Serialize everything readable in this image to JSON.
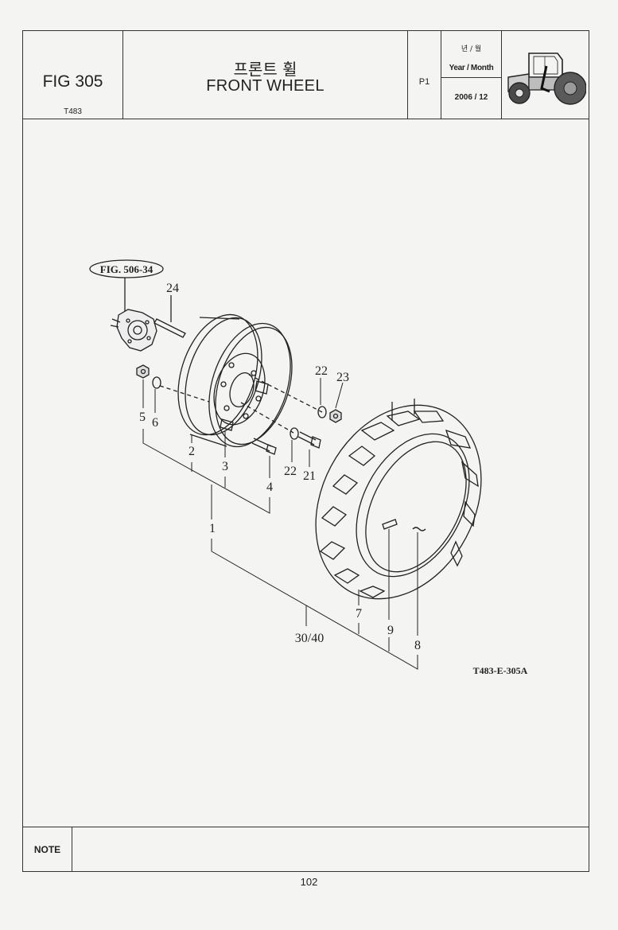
{
  "header": {
    "figure_number": "FIG 305",
    "model": "T483",
    "title_korean": "프론트 휠",
    "title_english": "FRONT WHEEL",
    "page_ref": "P1",
    "date_label_korean": "년 / 월",
    "date_label_english": "Year / Month",
    "date_value": "2006 / 12",
    "thumbnail_icon": "tractor-icon"
  },
  "diagram": {
    "reference_callout": "FIG. 506-34",
    "drawing_code": "T483-E-305A",
    "part_labels": {
      "p1": "1",
      "p2": "2",
      "p3": "3",
      "p4": "4",
      "p5": "5",
      "p6": "6",
      "p7": "7",
      "p8": "8",
      "p9": "9",
      "p21": "21",
      "p22a": "22",
      "p22b": "22",
      "p23": "23",
      "p24": "24",
      "p3040": "30/40"
    }
  },
  "footer": {
    "note_label": "NOTE",
    "note_text": "",
    "page_number": "102"
  }
}
